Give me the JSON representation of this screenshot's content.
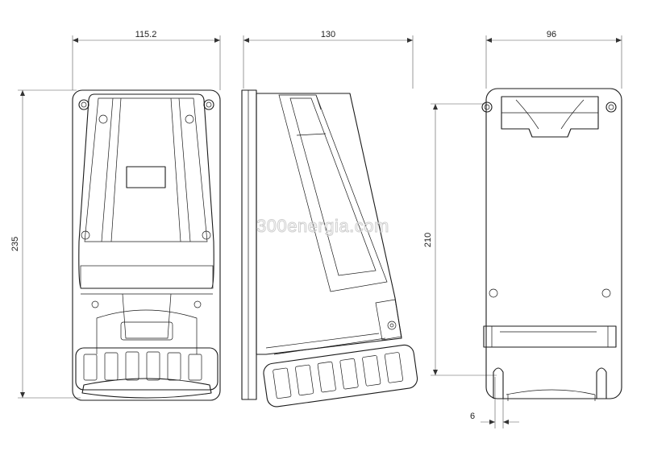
{
  "dimensions": {
    "front_width": "115.2",
    "side_depth": "130",
    "rear_width": "96",
    "total_height": "235",
    "hole_spacing": "210",
    "slot_width": "6"
  },
  "watermark": "300energia.com",
  "colors": {
    "line": "#1a1a1a",
    "dimension": "#555555",
    "watermark": "#cfcfcf"
  }
}
